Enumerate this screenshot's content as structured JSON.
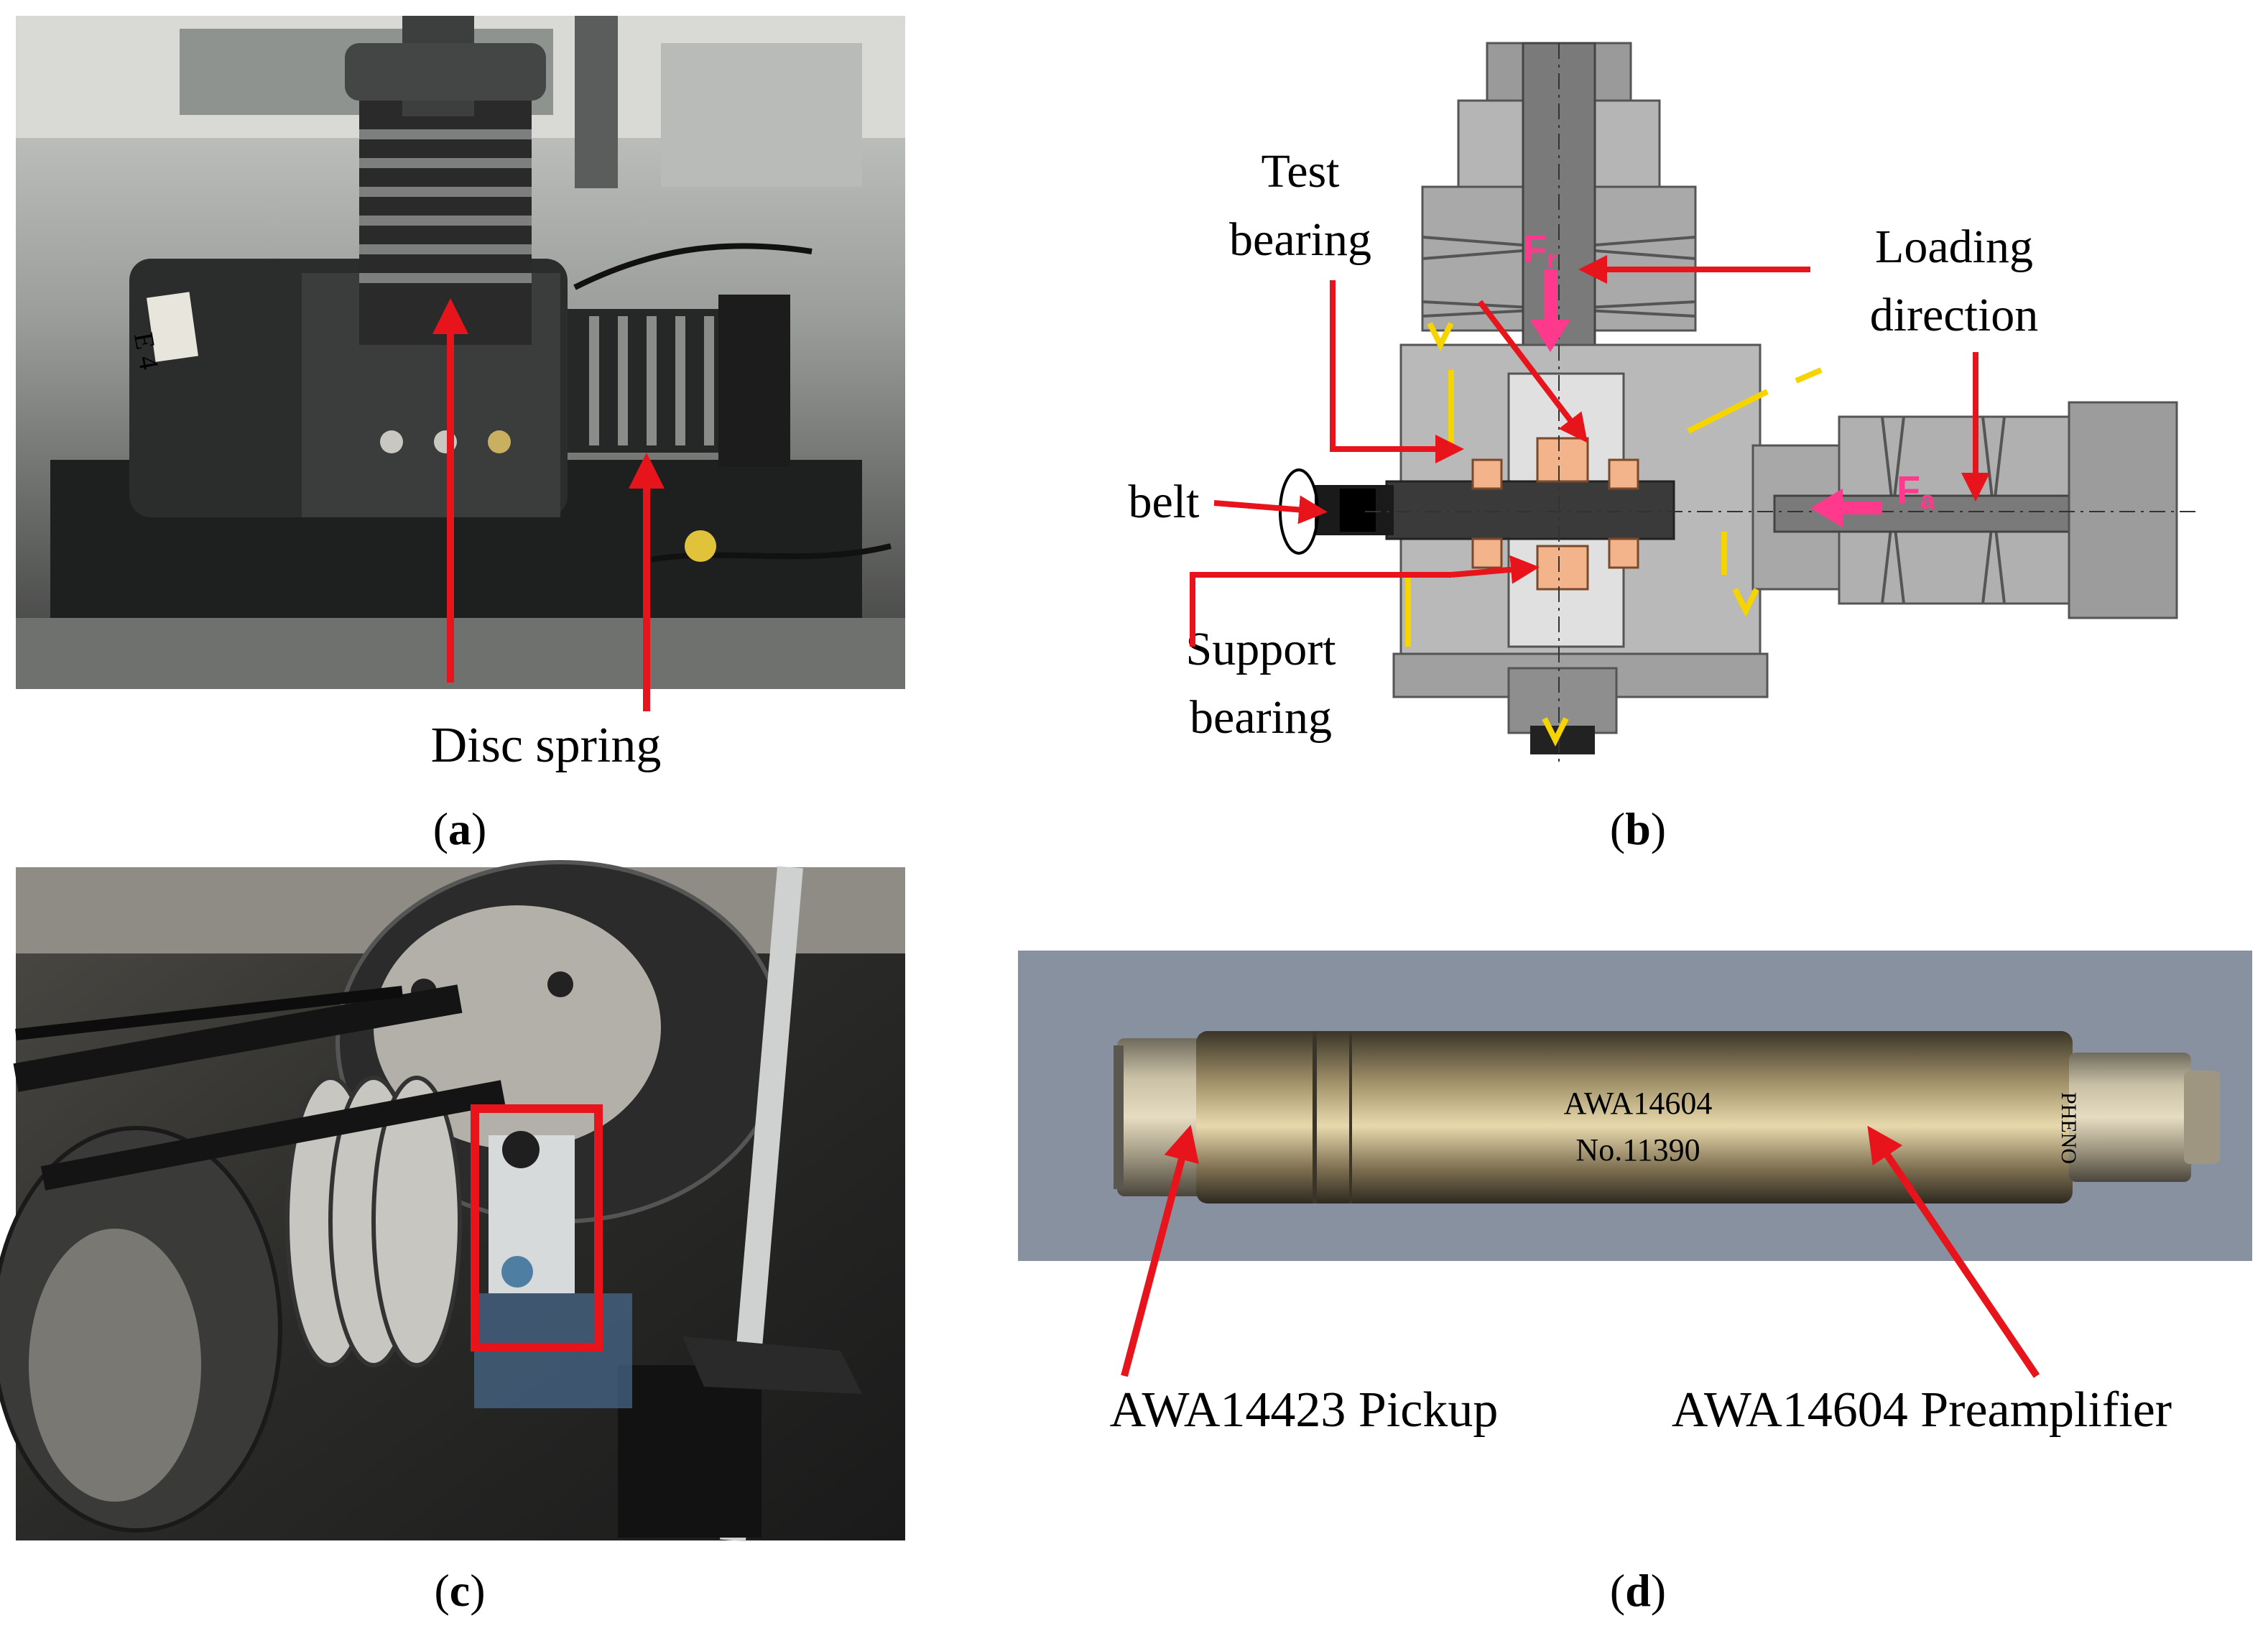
{
  "panels": {
    "a": {
      "caption_open": "(",
      "caption_letter": "a",
      "caption_close": ")",
      "label_disc_spring": "Disc spring",
      "photo_tag": "E 4"
    },
    "b": {
      "caption_open": "(",
      "caption_letter": "b",
      "caption_close": ")",
      "label_test_bearing_line1": "Test",
      "label_test_bearing_line2": "bearing",
      "label_loading_line1": "Loading",
      "label_loading_line2": "direction",
      "label_belt": "belt",
      "label_support_line1": "Support",
      "label_support_line2": "bearing",
      "force_radial_main": "F",
      "force_radial_sub": "r",
      "force_axial_main": "F",
      "force_axial_sub": "a"
    },
    "c": {
      "caption_open": "(",
      "caption_letter": "c",
      "caption_close": ")"
    },
    "d": {
      "caption_open": "(",
      "caption_letter": "d",
      "caption_close": ")",
      "label_pickup": "AWA14423 Pickup",
      "label_preamp": "AWA14604 Preamplifier",
      "engraving_model": "AWA14604",
      "engraving_serial": "No.11390",
      "engraving_side": "PHENO"
    }
  },
  "colors": {
    "arrow": "#e8141b",
    "force": "#ff3a8c",
    "highlight_box": "#e8141b",
    "bearing": "#f3b48c",
    "oil_line": "#f5d400"
  }
}
